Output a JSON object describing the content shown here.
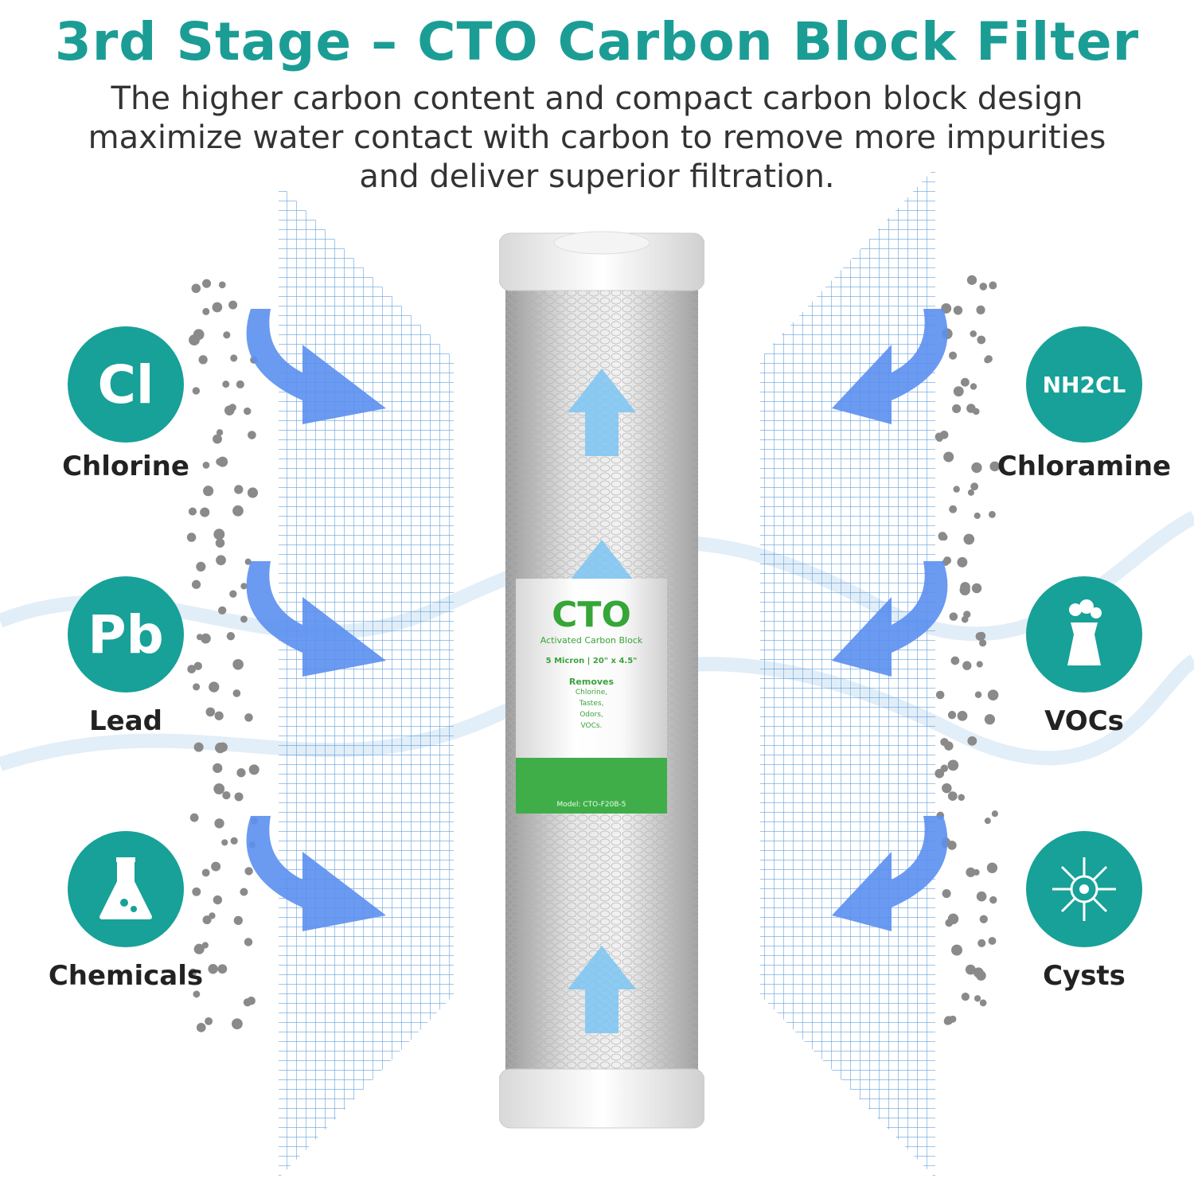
{
  "title": "3rd Stage – CTO Carbon Block Filter",
  "subtitle": [
    "The higher carbon content and compact carbon block design",
    "maximize water contact with carbon to remove more impurities",
    "and deliver superior filtration."
  ],
  "colors": {
    "accent": "#1b9d95",
    "arrow": "#5b8ff0",
    "mesh": "#4a8fd6",
    "label_green": "#3fae49"
  },
  "contaminants_left": [
    {
      "symbol": "Cl",
      "label": "Chlorine"
    },
    {
      "symbol": "Pb",
      "label": "Lead"
    },
    {
      "symbol": "flask-icon",
      "label": "Chemicals"
    }
  ],
  "contaminants_right": [
    {
      "symbol": "NH2CL",
      "label": "Chloramine"
    },
    {
      "symbol": "factory-icon",
      "label": "VOCs"
    },
    {
      "symbol": "microbe-icon",
      "label": "Cysts"
    }
  ],
  "filter_label": {
    "brand": "CTO",
    "type": "Activated Carbon Block",
    "spec": "5 Micron | 20\" x 4.5\"",
    "removes_heading": "Removes",
    "removes": [
      "Chlorine,",
      "Tastes,",
      "Odors,",
      "VOCs."
    ],
    "model": "Model: CTO-F20B-5"
  }
}
